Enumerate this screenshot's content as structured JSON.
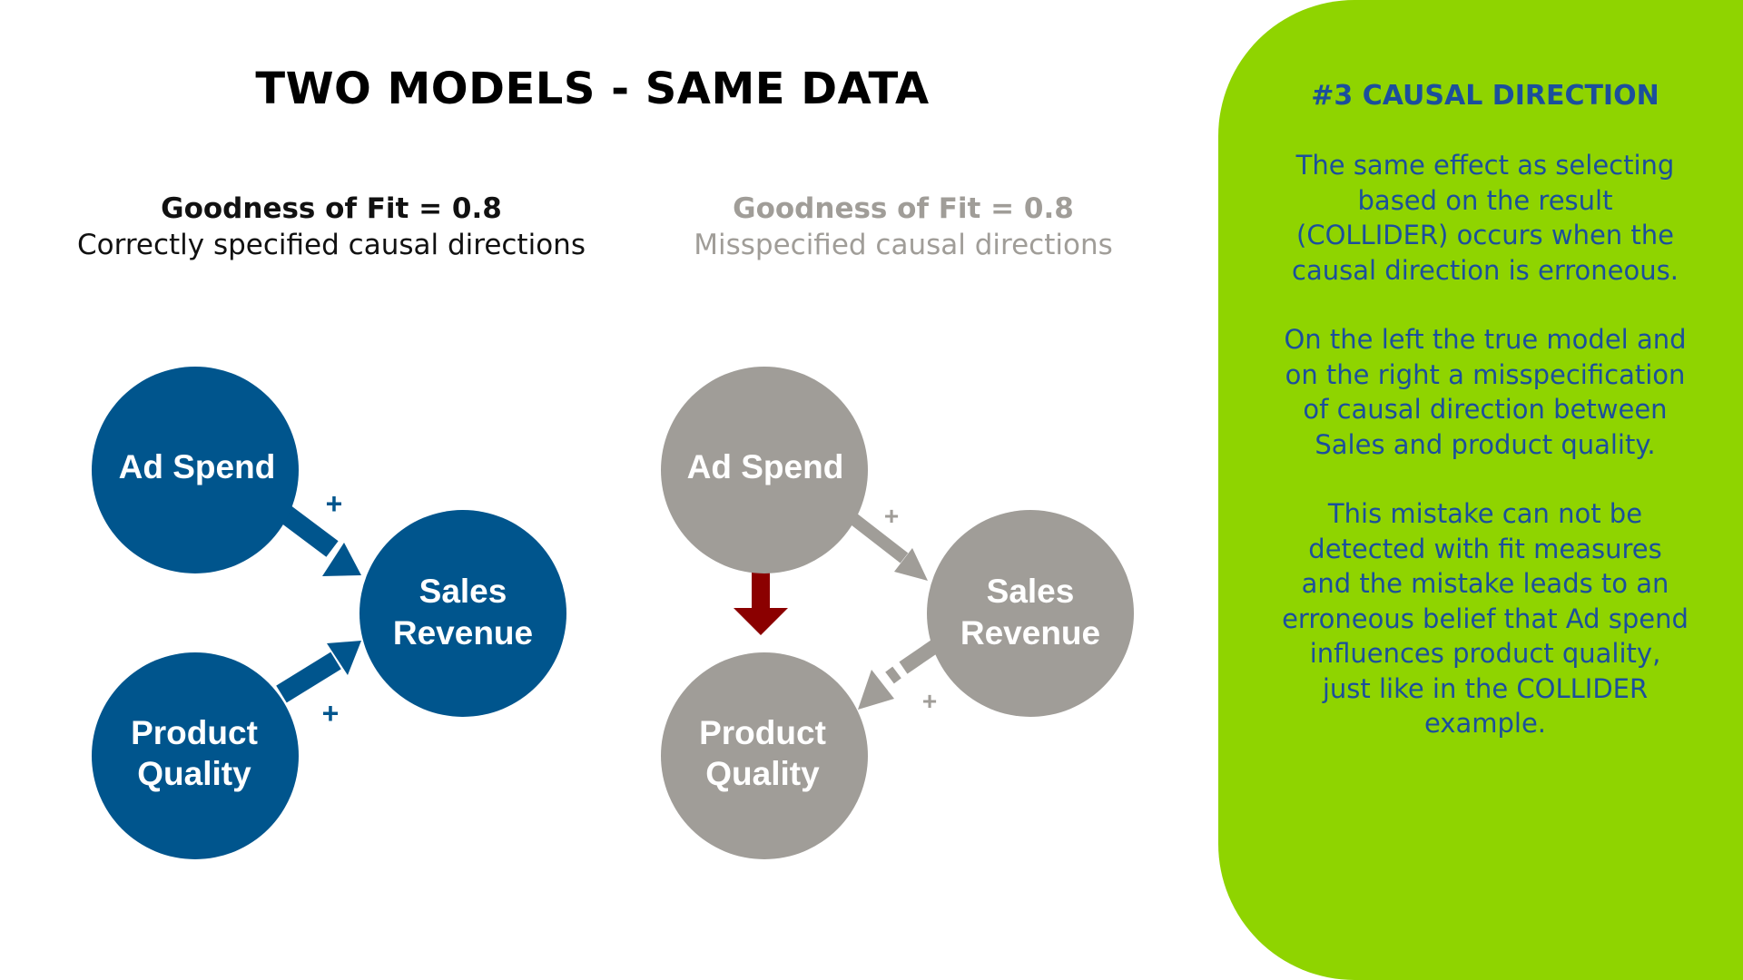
{
  "title": "TWO MODELS - SAME DATA",
  "left_model": {
    "fit": "Goodness of Fit = 0.8",
    "caption": "Correctly specified causal directions",
    "nodes": {
      "ad_spend": "Ad Spend",
      "sales": [
        "Sales",
        "Revenue"
      ],
      "quality": [
        "Product",
        "Quality"
      ]
    },
    "signs": [
      "+",
      "+"
    ]
  },
  "right_model": {
    "fit": "Goodness of Fit = 0.8",
    "caption": "Misspecified causal directions",
    "nodes": {
      "ad_spend": "Ad Spend",
      "sales": [
        "Sales",
        "Revenue"
      ],
      "quality": [
        "Product",
        "Quality"
      ]
    },
    "signs": [
      "+",
      "+"
    ]
  },
  "colors": {
    "blue": "#00558d",
    "grey": "#a09d98",
    "red": "#8b0000",
    "green": "#8fd400",
    "panel_text": "#1b4f9c"
  },
  "side_panel": {
    "heading": "#3 CAUSAL DIRECTION",
    "paragraphs": [
      "The same effect as selecting based on the result (COLLIDER) occurs when the causal direction is erroneous.",
      "On the left the true model and on the right a misspecification of causal direction between Sales and product quality.",
      "This mistake can not be detected with fit measures and the mistake leads to an erroneous belief that Ad spend influences product quality, just like in the COLLIDER example."
    ]
  }
}
